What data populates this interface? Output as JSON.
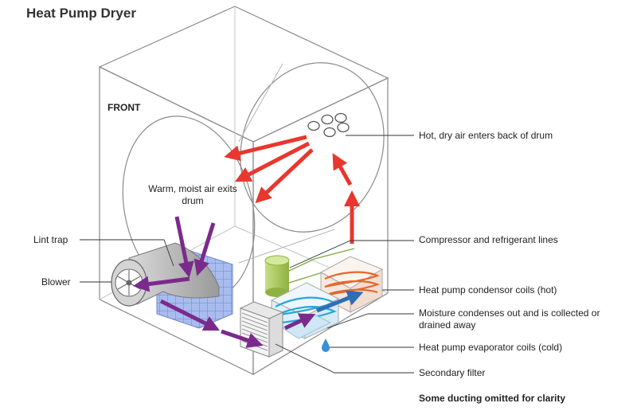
{
  "title": "Heat Pump Dryer",
  "labels": {
    "front": "FRONT",
    "warm_air": "Warm, moist air exits drum",
    "lint_trap": "Lint trap",
    "blower": "Blower",
    "hot_air": "Hot, dry air enters back of drum",
    "compressor": "Compressor and refrigerant lines",
    "condensor": "Heat pump condensor coils (hot)",
    "moisture": "Moisture condenses out and is collected or drained away",
    "evaporator": "Heat pump evaporator coils (cold)",
    "filter": "Secondary filter",
    "note": "Some ducting omitted for clarity"
  },
  "colors": {
    "hot_arrow": "#e8372e",
    "moist_arrow": "#7b2a8c",
    "cold_arrow": "#2e6db8",
    "outline": "#8a8a8a",
    "coil_cold": "#29a6d6",
    "coil_hot": "#e4682e",
    "compressor": "#a9c95a",
    "lint_trap": "#8fa6e0",
    "water_drop": "#3a8fd6"
  }
}
